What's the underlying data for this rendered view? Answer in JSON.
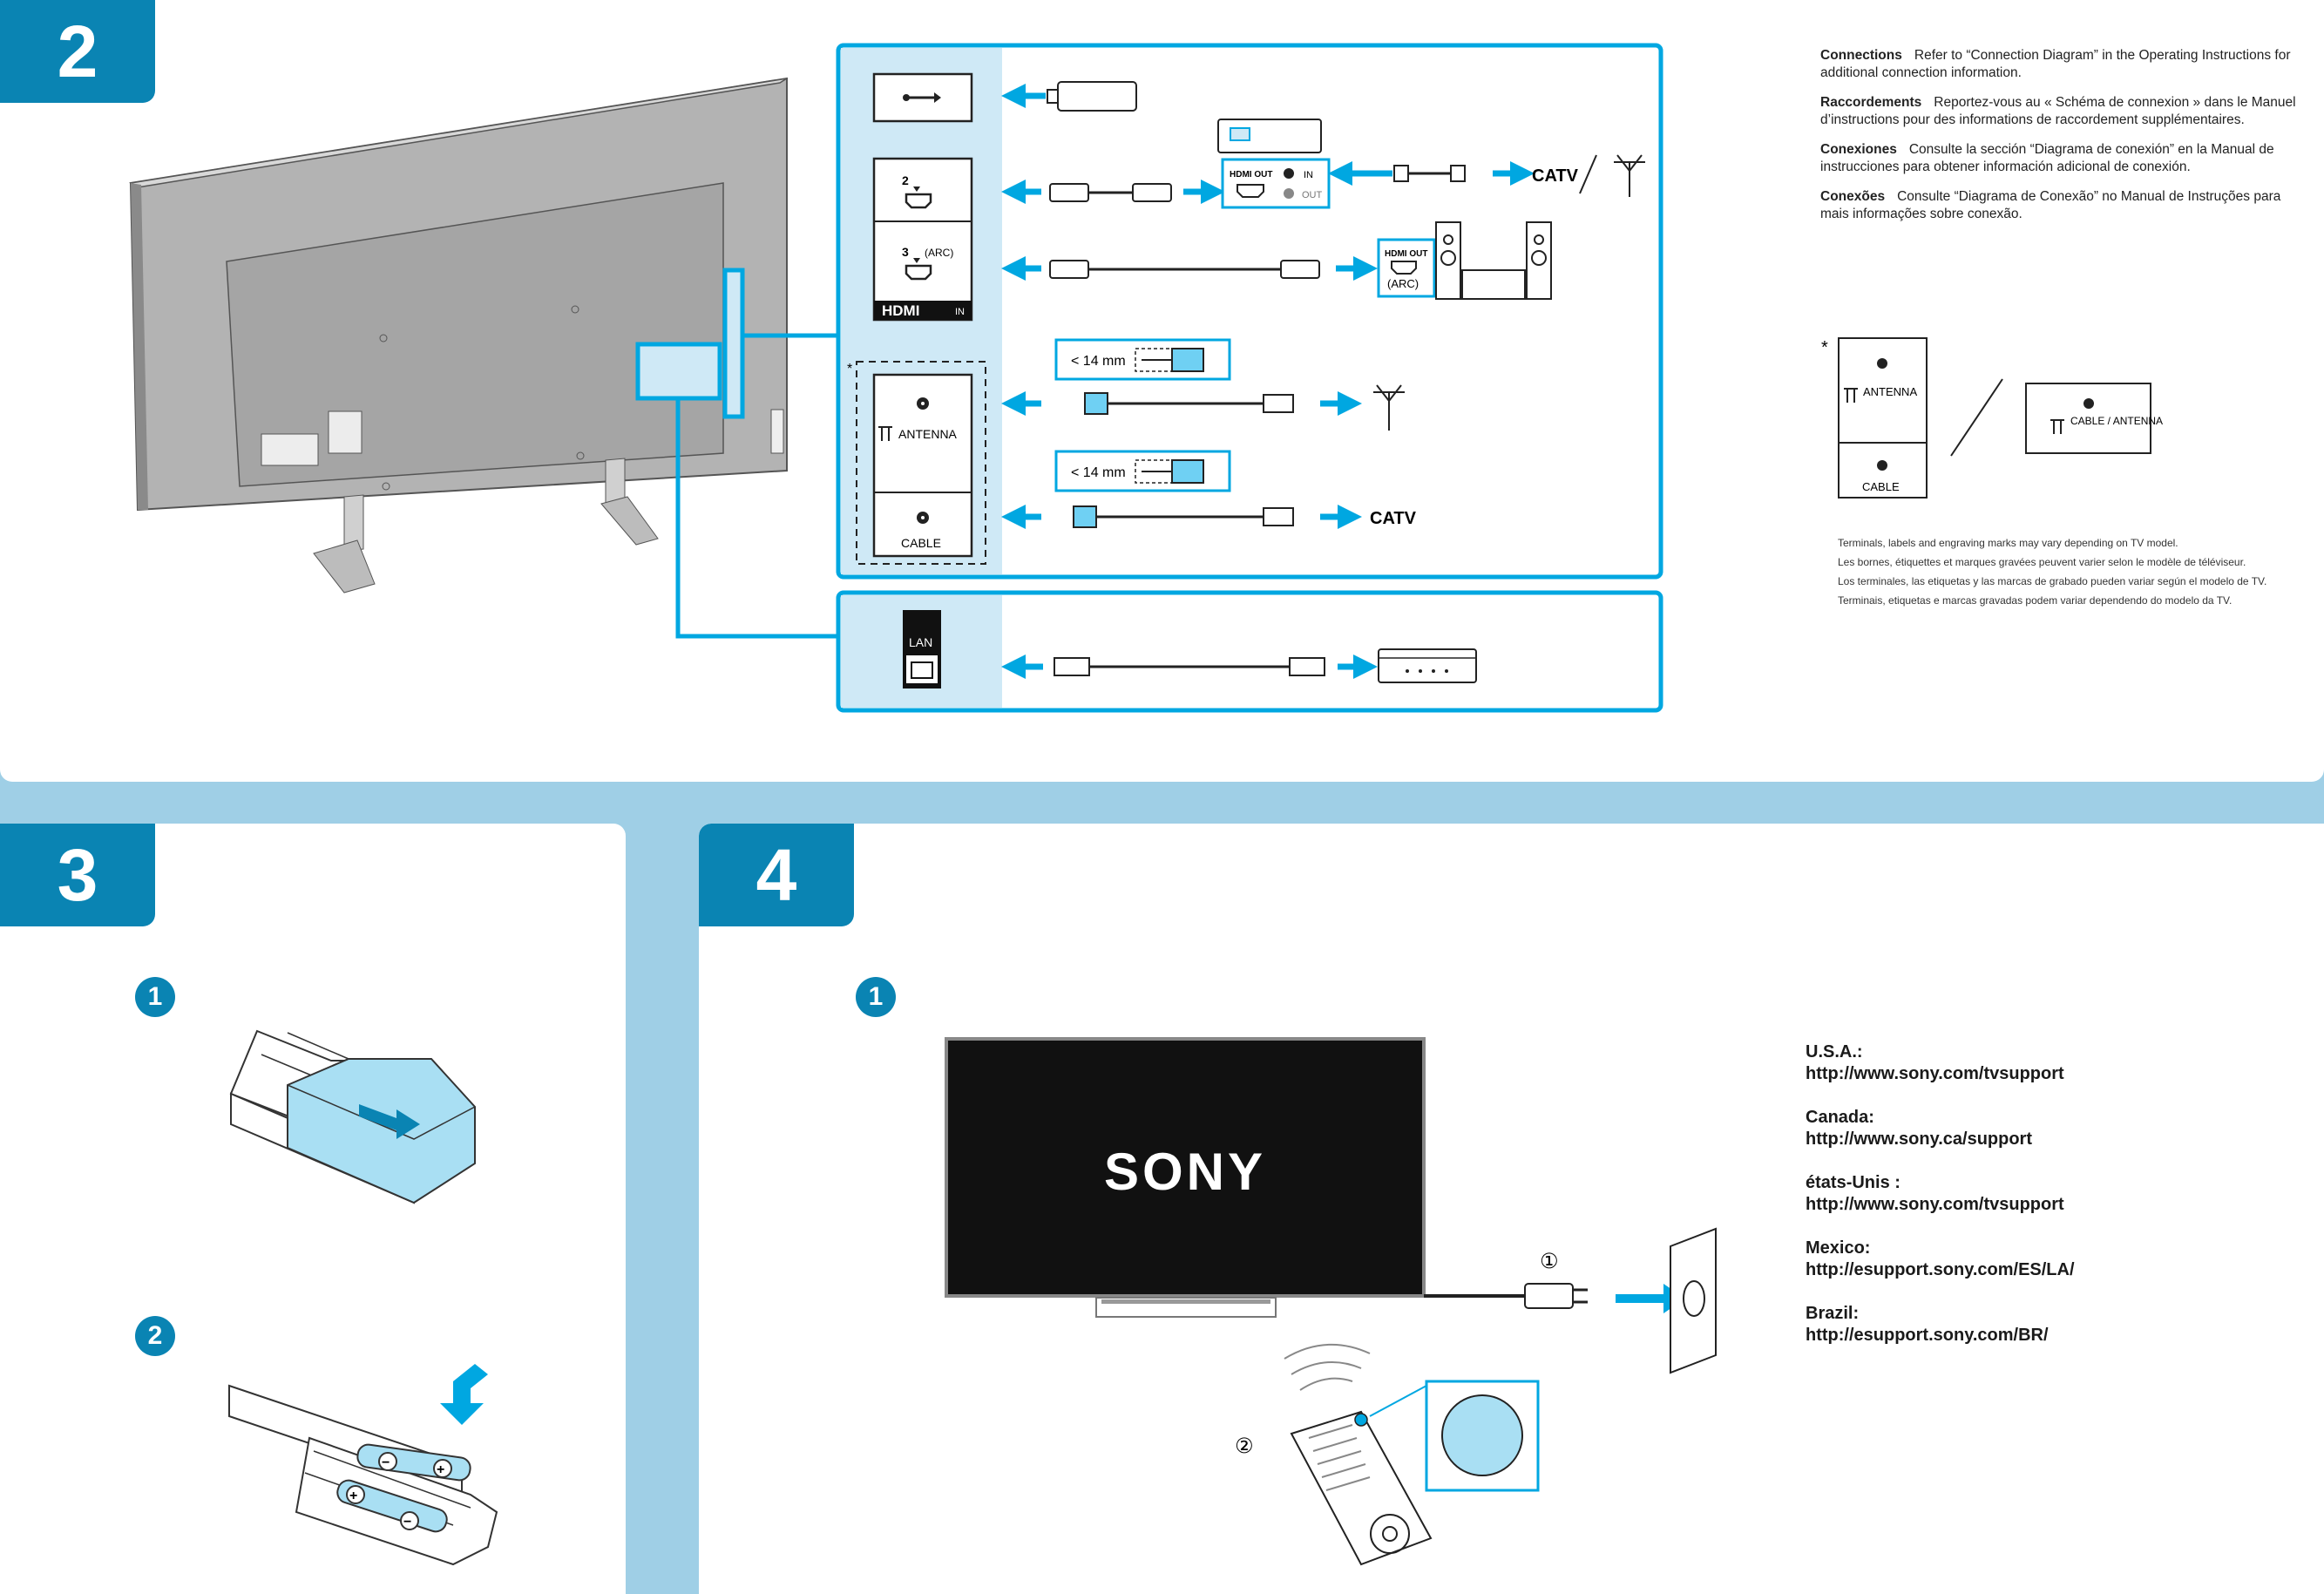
{
  "steps": {
    "s2": "2",
    "s3": "3",
    "s4": "4"
  },
  "substeps": {
    "one": "1",
    "two": "2"
  },
  "colors": {
    "accent": "#0a84b3",
    "cyan": "#00a7e1",
    "light_blue": "#cfe9f6",
    "tv_gray": "#a9a9a9"
  },
  "connections": {
    "en_title": "Connections",
    "en_text": "Refer to “Connection Diagram” in the Operating Instructions for additional connection information.",
    "fr_title": "Raccordements",
    "fr_text": "Reportez-vous au « Schéma de connexion » dans le Manuel d’instructions pour des informations de raccordement supplémentaires.",
    "es_title": "Conexiones",
    "es_text": "Consulte la sección “Diagrama de conexión” en la Manual de instrucciones para obtener información adicional de conexión.",
    "pt_title": "Conexões",
    "pt_text": "Consulte “Diagrama de Conexão” no Manual de Instruções para mais informações sobre conexão."
  },
  "ports": {
    "hdmi2": "2",
    "hdmi3": "3",
    "arc": "(ARC)",
    "hdmi_logo": "HDMI",
    "in": "IN",
    "antenna": "ANTENNA",
    "cable": "CABLE",
    "lan": "LAN",
    "asterisk": "*"
  },
  "devices": {
    "hdmi_out": "HDMI OUT",
    "in_label": "IN",
    "out_label": "OUT",
    "arc": "(ARC)",
    "catv": "CATV",
    "size_limit": "< 14 mm"
  },
  "alt_terminal": {
    "asterisk": "*",
    "antenna": "ANTENNA",
    "cable": "CABLE",
    "combined": "CABLE / ANTENNA"
  },
  "notes": [
    "Terminals, labels and engraving marks  may vary depending on TV model.",
    "Les bornes, étiquettes et marques gravées peuvent varier selon le modèle de téléviseur.",
    "Los terminales, las etiquetas y las marcas de grabado pueden variar según el modelo de TV.",
    "Terminais, etiquetas e marcas gravadas podem variar dependendo do modelo da TV."
  ],
  "brand": "SONY",
  "step4_labels": {
    "plug": "①",
    "remote": "②"
  },
  "support": [
    {
      "region": "U.S.A.:",
      "url": "http://www.sony.com/tvsupport"
    },
    {
      "region": "Canada:",
      "url": "http://www.sony.ca/support"
    },
    {
      "region": "états-Unis :",
      "url": "http://www.sony.com/tvsupport"
    },
    {
      "region": "Mexico:",
      "url": "http://esupport.sony.com/ES/LA/"
    },
    {
      "region": "Brazil:",
      "url": "http://esupport.sony.com/BR/"
    }
  ]
}
